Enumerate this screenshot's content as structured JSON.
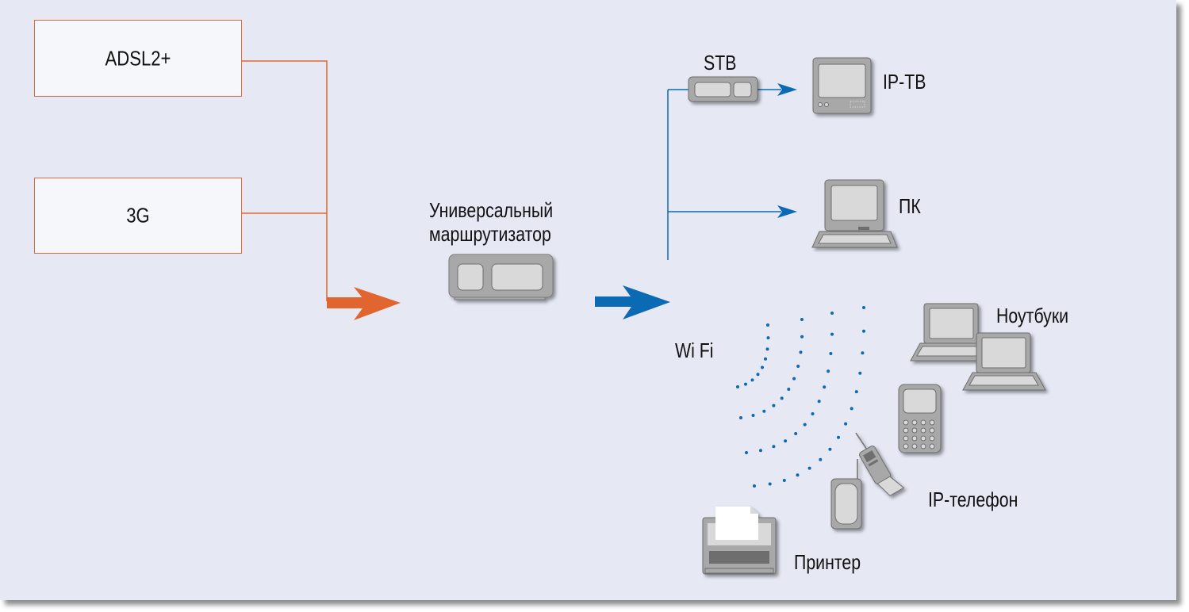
{
  "colors": {
    "background": "#e6e8f4",
    "orange_accent": "#e0652e",
    "blue_accent": "#0a6ab4",
    "device_gray": "#a8a8a8",
    "device_screen": "#d9d9d9"
  },
  "sources": [
    {
      "label": "ADSL2+"
    },
    {
      "label": "3G"
    }
  ],
  "router": {
    "label_line1": "Универсальный",
    "label_line2": "маршрутизатор"
  },
  "wired_devices": {
    "stb": {
      "label": "STB"
    },
    "iptv": {
      "label": "IP-TB"
    },
    "pc": {
      "label": "ПК"
    }
  },
  "wireless": {
    "label": "Wi Fi",
    "devices": {
      "laptops": {
        "label": "Ноутбуки"
      },
      "ip_phone": {
        "label": "IP-телефон"
      },
      "printer": {
        "label": "Принтер"
      }
    }
  }
}
